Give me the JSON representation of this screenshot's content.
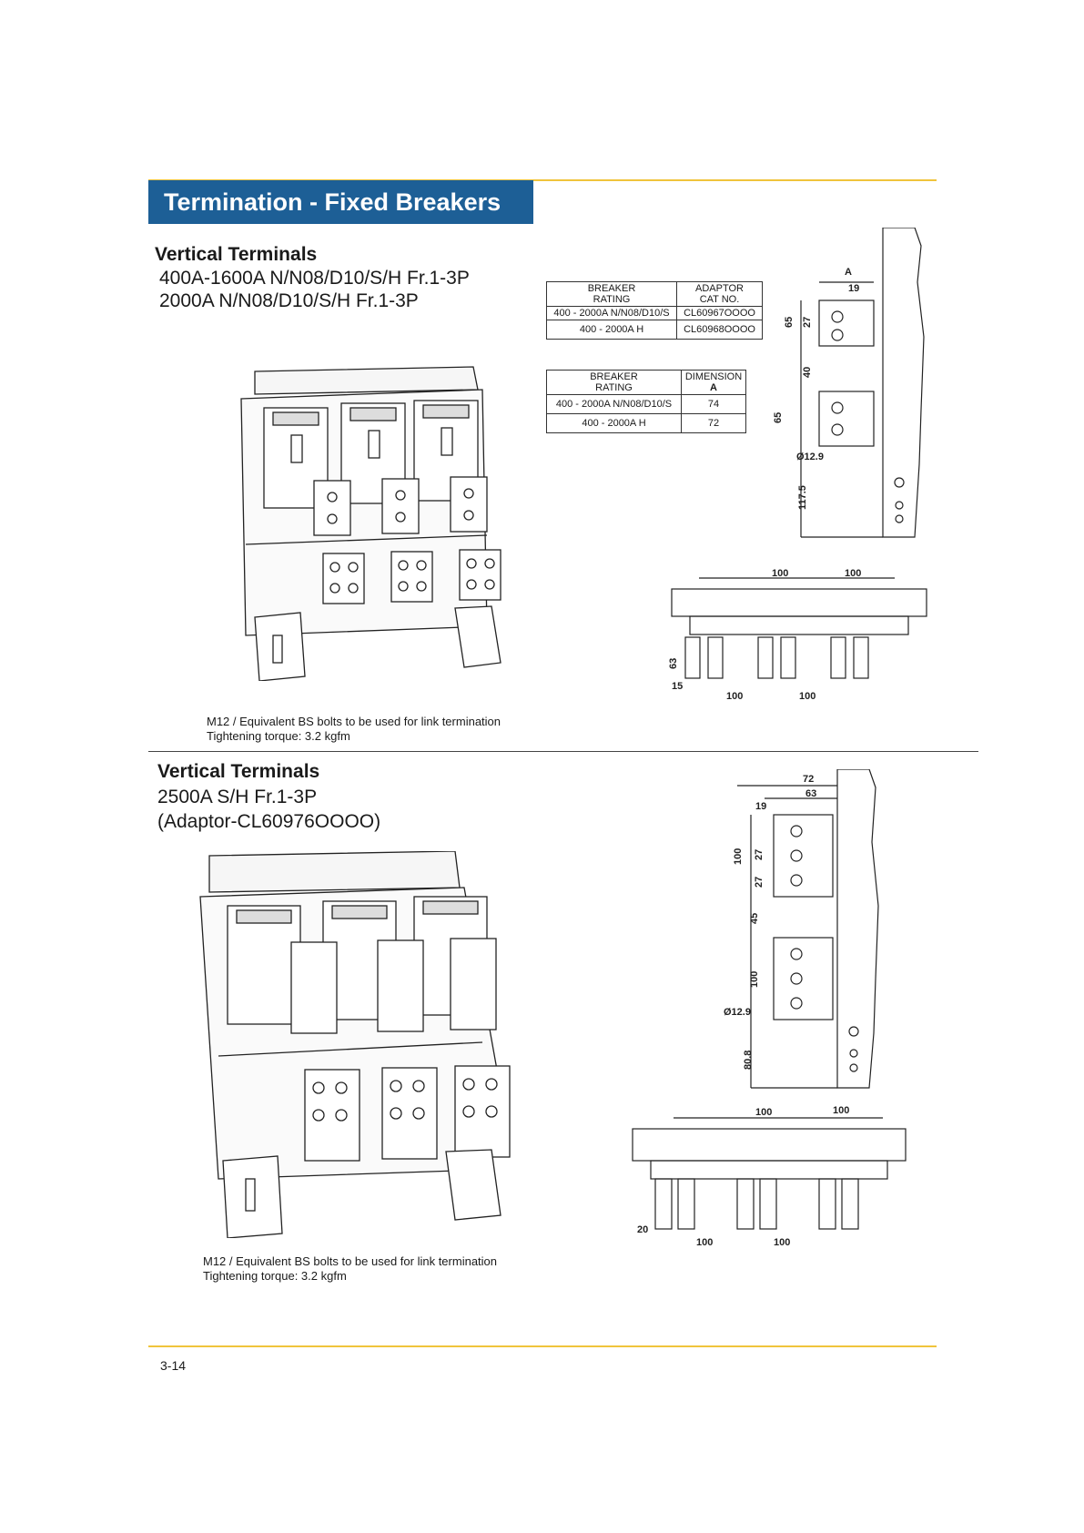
{
  "header": {
    "title": "Termination - Fixed Breakers"
  },
  "section1": {
    "heading": "Vertical Terminals",
    "line1": "400A-1600A N/N08/D10/S/H Fr.1-3P",
    "line2": "2000A N/N08/D10/S/H Fr.1-3P",
    "table1": {
      "col1": "BREAKER\nRATING",
      "col2": "ADAPTOR\nCAT NO.",
      "rows": [
        [
          "400 - 2000A N/N08/D10/S",
          "CL60967OOOO"
        ],
        [
          "400 - 2000A H",
          "CL60968OOOO"
        ]
      ]
    },
    "table2": {
      "col1": "BREAKER\nRATING",
      "col2a": "DIMENSION",
      "col2b": "A",
      "rows": [
        [
          "400 - 2000A N/N08/D10/S",
          "74"
        ],
        [
          "400 - 2000A H",
          "72"
        ]
      ]
    },
    "side_dims": {
      "a": "A",
      "d19": "19",
      "d65a": "65",
      "d27": "27",
      "d40": "40",
      "d65b": "65",
      "dia": "Ø12.9",
      "d117": "117.5"
    },
    "plan_dims": {
      "top1": "100",
      "top2": "100",
      "h63": "63",
      "d15": "15",
      "bot1": "100",
      "bot2": "100"
    },
    "note1": "M12 / Equivalent BS bolts to be used for link termination",
    "note2": "Tightening torque: 3.2 kgfm"
  },
  "section2": {
    "heading": "Vertical Terminals",
    "line1": "2500A S/H Fr.1-3P",
    "line2": "(Adaptor-CL60976OOOO)",
    "side_dims": {
      "d72": "72",
      "d63": "63",
      "d19": "19",
      "d100a": "100",
      "d27a": "27",
      "d27b": "27",
      "d45": "45",
      "d100b": "100",
      "dia": "Ø12.9",
      "d80": "80.8"
    },
    "plan_dims": {
      "top1": "100",
      "top2": "100",
      "d20": "20",
      "bot1": "100",
      "bot2": "100"
    },
    "note1": "M12 / Equivalent BS bolts to be used for link termination",
    "note2": "Tightening torque: 3.2 kgfm"
  },
  "footer": {
    "page": "3-14"
  }
}
